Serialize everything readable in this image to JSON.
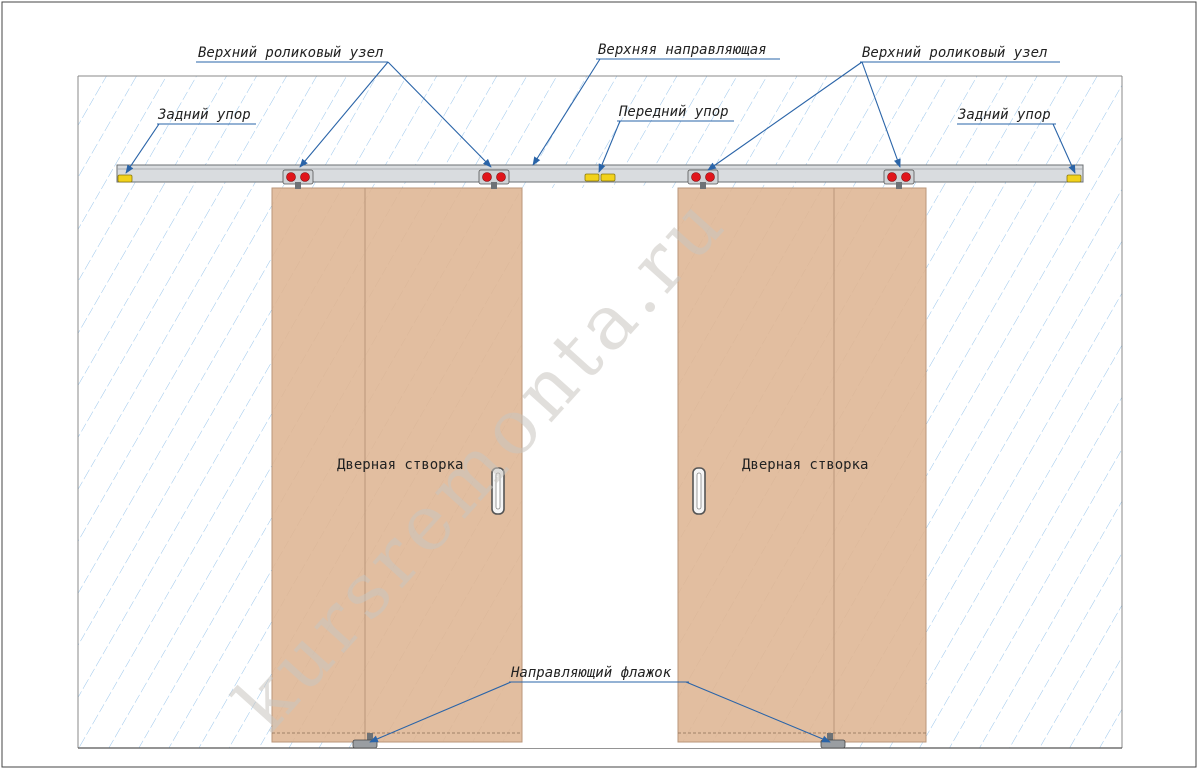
{
  "labels": {
    "top_roller_left": "Верхний роликовый узел",
    "top_guide": "Верхняя направляющая",
    "top_roller_right": "Верхний роликовый узел",
    "back_stop_left": "Задний упор",
    "front_stop": "Передний упор",
    "back_stop_right": "Задний упор",
    "door_leaf_left": "Дверная створка",
    "door_leaf_right": "Дверная створка",
    "guide_flag": "Направляющий флажок"
  },
  "watermark": "kursremonta.ru",
  "colors": {
    "door_fill": "#e2bea0",
    "door_stroke": "#b9967a",
    "rail_fill": "#d9dcdf",
    "stop_yellow": "#f2d21b",
    "roller_red": "#e0151b",
    "leader_blue": "#2a64a8",
    "hatch_blue": "#7fb6e6"
  }
}
